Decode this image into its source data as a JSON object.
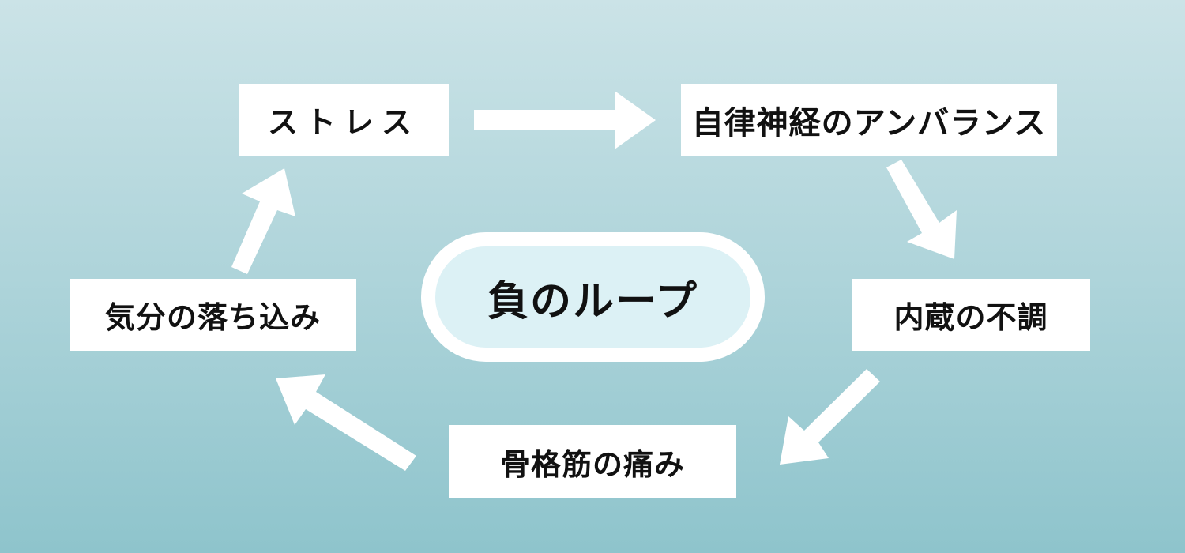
{
  "diagram": {
    "title": "負のループ",
    "nodes": [
      {
        "id": "stress",
        "label": "ストレス"
      },
      {
        "id": "ans",
        "label": "自律神経のアンバランス"
      },
      {
        "id": "organ",
        "label": "内蔵の不調"
      },
      {
        "id": "muscle",
        "label": "骨格筋の痛み"
      },
      {
        "id": "mood",
        "label": "気分の落ち込み"
      }
    ],
    "edges": [
      {
        "from": "stress",
        "to": "ans"
      },
      {
        "from": "ans",
        "to": "organ"
      },
      {
        "from": "organ",
        "to": "muscle"
      },
      {
        "from": "muscle",
        "to": "mood"
      },
      {
        "from": "mood",
        "to": "stress"
      }
    ]
  },
  "colors": {
    "box_fill": "#ffffff",
    "arrow_fill": "#ffffff",
    "center_fill": "#dcf1f5",
    "text": "#111111",
    "background_top": "#cbe3e7",
    "background_bottom": "#8ec4cc"
  }
}
